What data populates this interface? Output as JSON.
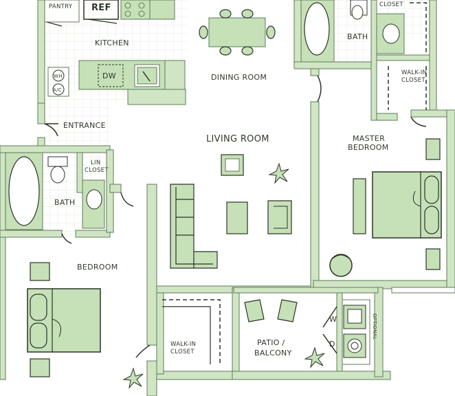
{
  "colors": {
    "wall_fill": "#cfe5c3",
    "wall_stroke": "#5f7a57",
    "fixture_fill": "#c6e0b8",
    "dark": "#2a3327",
    "floor": "#ffffff",
    "tile_grid": "#e3ede0"
  },
  "rooms": {
    "pantry": "PANTRY",
    "ref": "REF",
    "kitchen": "KITCHEN",
    "dw": "DW",
    "wh": "WH",
    "ac": "A/C",
    "dining_room": "DINING ROOM",
    "entrance": "ENTRANCE",
    "living_room": "LIVING ROOM",
    "bath_top": "BATH",
    "closet_top": "CLOSET",
    "walk_in_closet_top_1": "WALK-IN",
    "walk_in_closet_top_2": "CLOSET",
    "master_bedroom_1": "MASTER",
    "master_bedroom_2": "BEDROOM",
    "lin_closet_1": "LIN",
    "lin_closet_2": "CLOSET",
    "bath_left": "BATH",
    "bedroom": "BEDROOM",
    "walk_in_closet_bottom_1": "WALK-IN",
    "walk_in_closet_bottom_2": "CLOSET",
    "patio_1": "PATIO /",
    "patio_2": "BALCONY",
    "washer": "W",
    "dryer": "D",
    "optional": "OPTIONAL"
  }
}
